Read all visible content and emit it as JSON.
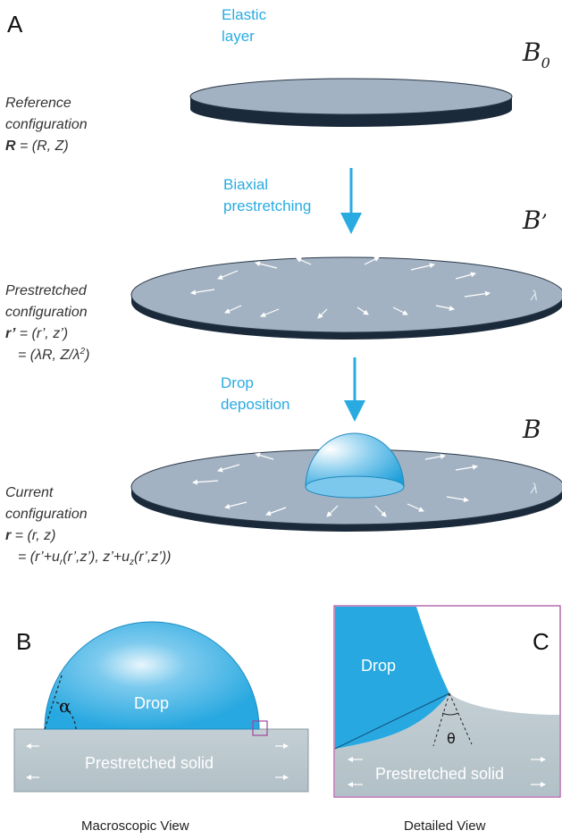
{
  "panels": {
    "A": "A",
    "B": "B",
    "C": "C"
  },
  "process": {
    "elastic_layer": [
      "Elastic",
      "layer"
    ],
    "biaxial": [
      "Biaxial",
      "prestretching"
    ],
    "drop_deposition": [
      "Drop",
      "deposition"
    ]
  },
  "configs": {
    "reference": {
      "lines": [
        "Reference",
        "configuration"
      ],
      "eq_var": "R",
      "eq_rest": " = (R, Z)",
      "symbol_letter": "B",
      "symbol_sub": "0"
    },
    "prestretched": {
      "lines": [
        "Prestretched",
        "configuration"
      ],
      "eq_var": "r’",
      "eq_rest": " = (r’, z’)",
      "eq2": "= (λR, Z/λ",
      "eq2_sup": "2",
      "eq2_end": ")",
      "symbol_letter": "B",
      "symbol_prime": "’",
      "lambda": "λ"
    },
    "current": {
      "lines": [
        "Current",
        "configuration"
      ],
      "eq_var": "r",
      "eq_rest": " = (r, z)",
      "eq2": "= (r’+u",
      "eq2_sub1": "r",
      "eq2_mid": "(r’,z’), z’+u",
      "eq2_sub2": "z",
      "eq2_end": "(r’,z’))",
      "symbol_letter": "B",
      "lambda": "λ"
    }
  },
  "panel_b": {
    "drop_label": "Drop",
    "solid_label": "Prestretched solid",
    "angle_label": "α",
    "caption": "Macroscopic View"
  },
  "panel_c": {
    "drop_label": "Drop",
    "solid_label": "Prestretched solid",
    "angle_label": "θ",
    "caption": "Detailed View"
  },
  "colors": {
    "accent_blue": "#29abe2",
    "disk_top": "#a3b2c2",
    "disk_side": "#1b2a3a",
    "solid_fill": "#b9c6cc",
    "drop_blue": "#27a8e0",
    "inset_border": "#a0469a"
  }
}
